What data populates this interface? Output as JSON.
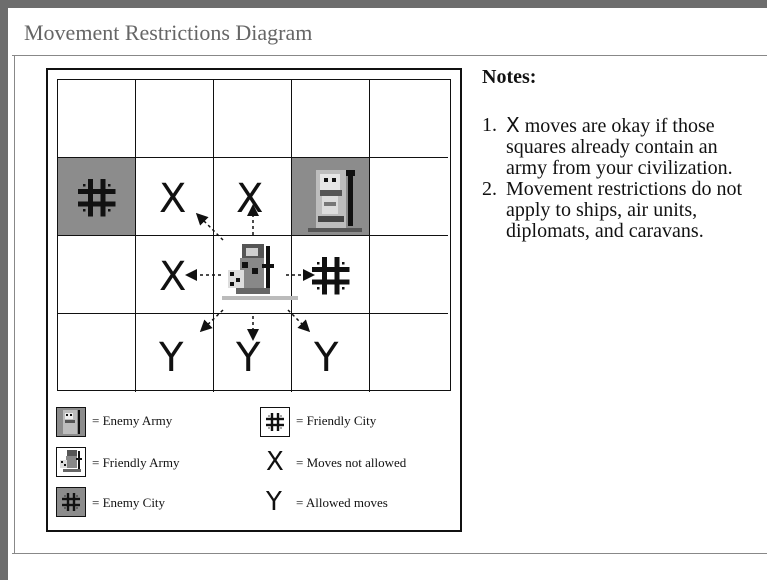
{
  "title": "Movement Restrictions Diagram",
  "notes": {
    "heading": "Notes:",
    "items": [
      {
        "num": "1.",
        "symbol": "X",
        "text": "moves are okay if those squares already contain an army from your civilization."
      },
      {
        "num": "2.",
        "symbol": "",
        "text": "Movement restrictions do not apply to ships, air units, diplomats, and caravans."
      }
    ]
  },
  "grid_symbols": {
    "x": "X",
    "y": "Y"
  },
  "legend": {
    "enemy_army": "= Enemy Army",
    "friendly_army": "= Friendly Army",
    "enemy_city": "= Enemy City",
    "friendly_city": "= Friendly City",
    "x_symbol": "X",
    "moves_not_allowed": "= Moves not allowed",
    "y_symbol": "Y",
    "allowed_moves": "= Allowed moves"
  },
  "colors": {
    "gray_cell": "#8c8c8c",
    "background_border": "#6d6d6d"
  }
}
